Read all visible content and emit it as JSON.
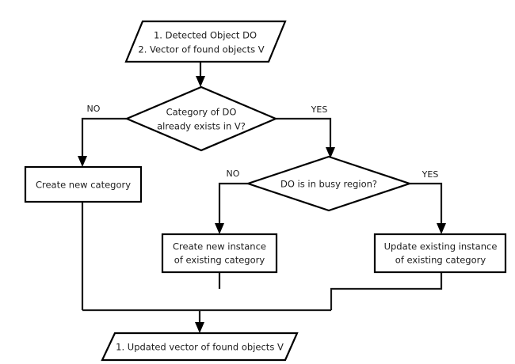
{
  "diagram": {
    "title": "Object detection category/instance update flowchart",
    "background_color": "#ffffff",
    "line_color": "#1a1a1a",
    "text_color": "#1c1c1c",
    "nodes": {
      "input": {
        "shape": "parallelogram",
        "line1": "1. Detected Object DO",
        "line2": "2. Vector of found objects V"
      },
      "decision_category": {
        "shape": "diamond",
        "line1": "Category of DO",
        "line2": "already exists in V?"
      },
      "create_category": {
        "shape": "rectangle",
        "line1": "Create new category"
      },
      "decision_busy": {
        "shape": "diamond",
        "line1": "DO is in busy region?"
      },
      "create_instance": {
        "shape": "rectangle",
        "line1": "Create new instance",
        "line2": "of existing category"
      },
      "update_instance": {
        "shape": "rectangle",
        "line1": "Update existing instance",
        "line2": "of existing category"
      },
      "output": {
        "shape": "parallelogram",
        "line1": "1. Updated vector of found objects V"
      }
    },
    "edge_labels": {
      "category_no": "NO",
      "category_yes": "YES",
      "busy_no": "NO",
      "busy_yes": "YES"
    }
  }
}
